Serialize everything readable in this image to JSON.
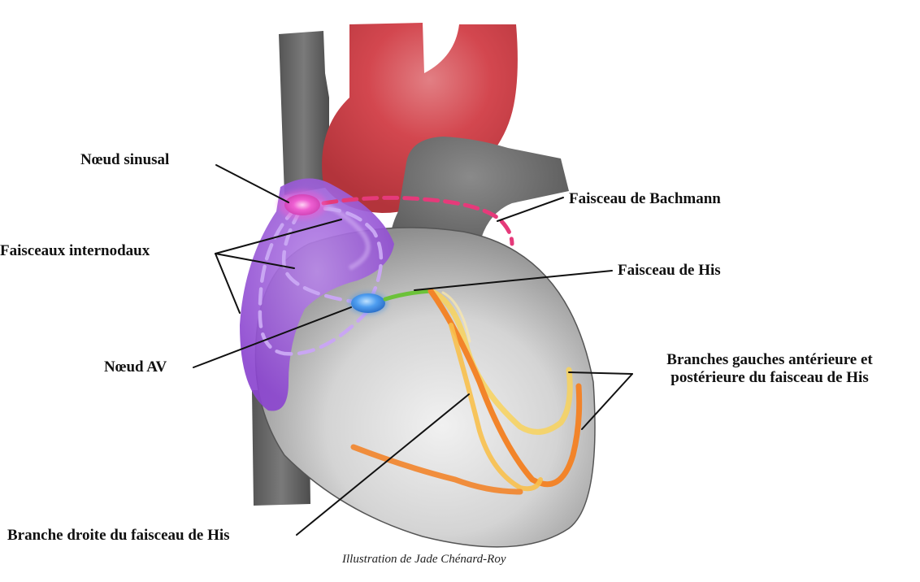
{
  "labels": {
    "sinus_node": "Nœud sinusal",
    "bachmann": "Faisceau de Bachmann",
    "internodal": "Faisceaux internodaux",
    "his_bundle": "Faisceau de His",
    "av_node": "Nœud AV",
    "left_branches_line1": "Branches gauches antérieure et",
    "left_branches_line2": "postérieure du faisceau de His",
    "right_branch": "Branche droite du faisceau de His"
  },
  "credit": "Illustration de Jade Chénard-Roy",
  "colors": {
    "vessel_gray": "#5e5e5e",
    "aorta_red": "#d0414a",
    "heart_gray": "#c9c9c9",
    "atrium_purple": "#a35fe0",
    "sinus_pink": "#ee5fd2",
    "bachmann_pink": "#e53a7a",
    "av_blue": "#3f8fe6",
    "his_green": "#6cc23a",
    "branch_orange": "#f2842a",
    "branch_yellow": "#f8d25c",
    "leader_black": "#111111"
  }
}
